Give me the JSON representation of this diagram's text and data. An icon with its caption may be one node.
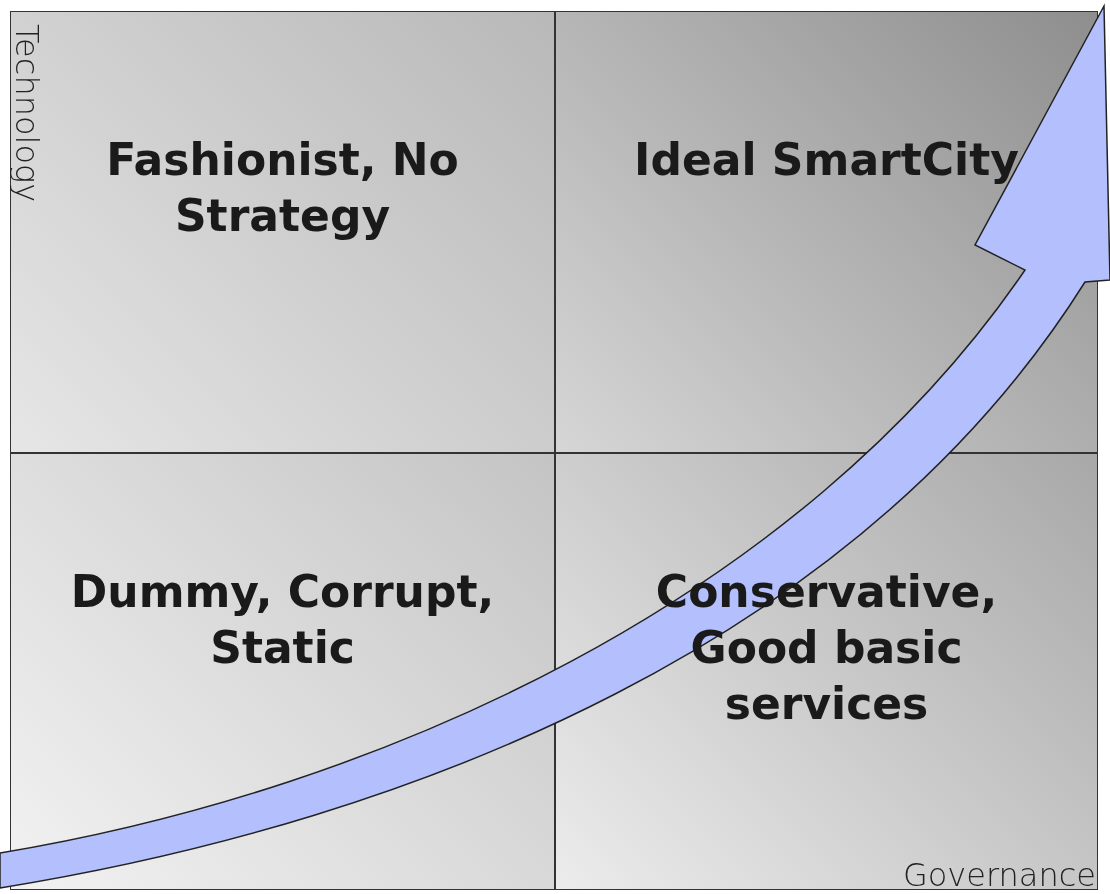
{
  "diagram": {
    "nodes": [
      {
        "text": [
          "Fashionist, No Strategy"
        ]
      },
      {
        "text": [
          "Ideal SmartCity"
        ]
      },
      {
        "text": [
          "Dummy, Corrupt, Static"
        ]
      },
      {
        "text": [
          "Conservative, Good basic services"
        ]
      }
    ],
    "labels": [
      "Technology",
      "Governance"
    ]
  }
}
